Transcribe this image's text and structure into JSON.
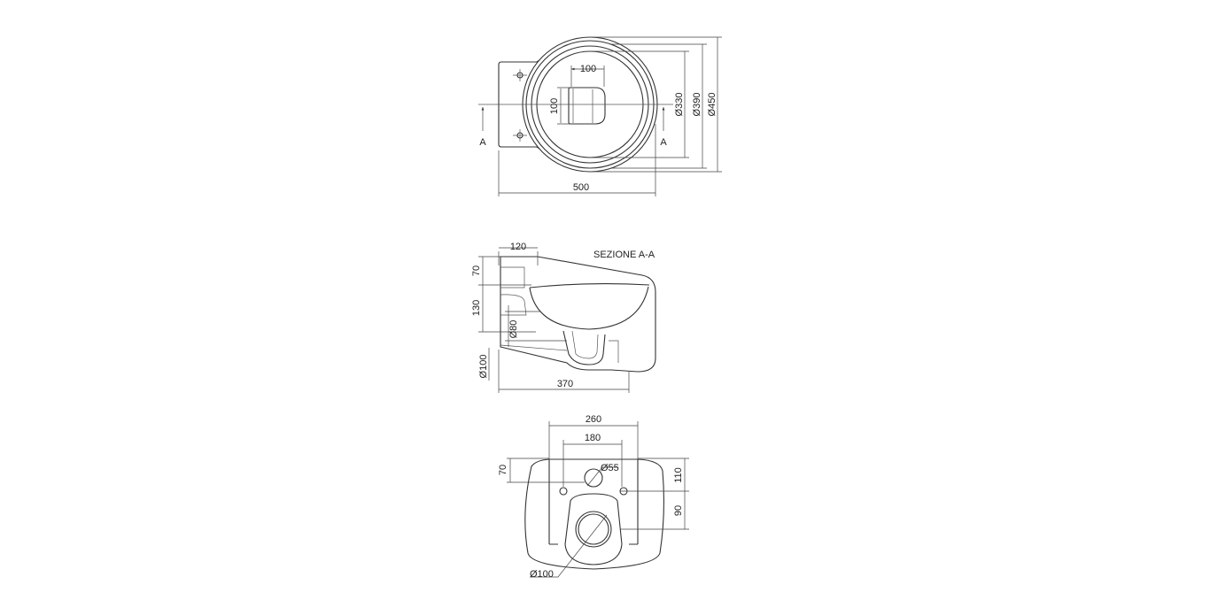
{
  "top_view": {
    "seat_width": "100",
    "seat_depth": "100",
    "inner_diameter": "Ø330",
    "mid_diameter": "Ø390",
    "outer_diameter": "Ø450",
    "total_length": "500",
    "section_mark_left": "A",
    "section_mark_right": "A"
  },
  "section_view": {
    "title": "SEZIONE A-A",
    "bracket_depth": "120",
    "top_height": "70",
    "bowl_height": "130",
    "inlet_diameter": "Ø80",
    "outlet_diameter": "Ø100",
    "depth": "370"
  },
  "rear_view": {
    "outer_width": "260",
    "bolt_spacing": "180",
    "left_height": "70",
    "inlet_diameter": "Ø55",
    "upper_height": "110",
    "lower_height": "90",
    "outlet_diameter": "Ø100"
  }
}
